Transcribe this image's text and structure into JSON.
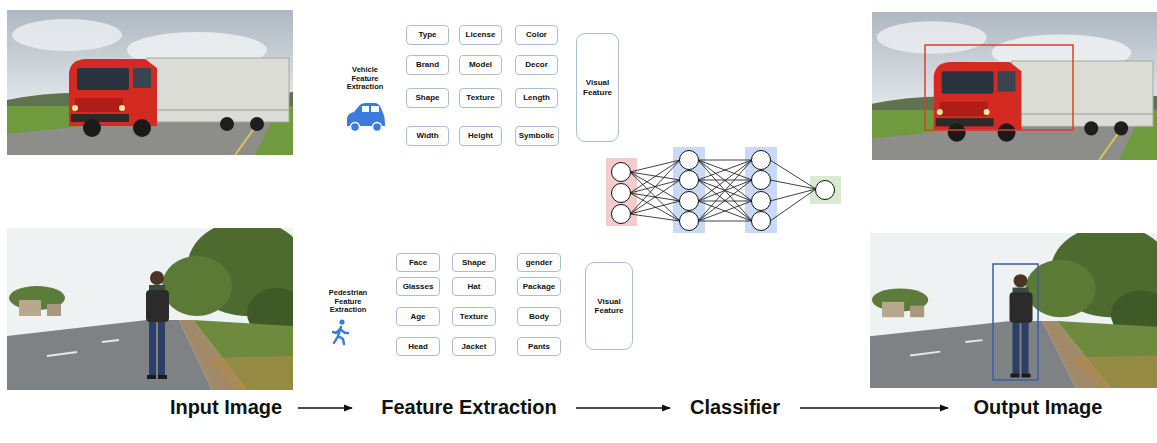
{
  "diagram": {
    "nodes": [
      {
        "text": [
          "Type"
        ]
      },
      {
        "text": [
          "License"
        ]
      },
      {
        "text": [
          "Color"
        ]
      },
      {
        "text": [
          "Brand"
        ]
      },
      {
        "text": [
          "Model"
        ]
      },
      {
        "text": [
          "Decor"
        ]
      },
      {
        "text": [
          "Shape"
        ]
      },
      {
        "text": [
          "Texture"
        ]
      },
      {
        "text": [
          "Length"
        ]
      },
      {
        "text": [
          "Width"
        ]
      },
      {
        "text": [
          "Height"
        ]
      },
      {
        "text": [
          "Symbolic"
        ]
      },
      {
        "text": [
          "Visual Feature"
        ]
      },
      {
        "text": [
          "Face"
        ]
      },
      {
        "text": [
          "Shape"
        ]
      },
      {
        "text": [
          "gender"
        ]
      },
      {
        "text": [
          "Glasses"
        ]
      },
      {
        "text": [
          "Hat"
        ]
      },
      {
        "text": [
          "Package"
        ]
      },
      {
        "text": [
          "Age"
        ]
      },
      {
        "text": [
          "Texture"
        ]
      },
      {
        "text": [
          "Body"
        ]
      },
      {
        "text": [
          "Head"
        ]
      },
      {
        "text": [
          "Jacket"
        ]
      },
      {
        "text": [
          "Pants"
        ]
      },
      {
        "text": [
          "Visual Feature"
        ]
      }
    ],
    "labels": [
      "Vehicle Feature Extraction",
      "Pedestrian Feature Extraction",
      "Input Image",
      "Feature Extraction",
      "Classifier",
      "Output Image"
    ]
  }
}
